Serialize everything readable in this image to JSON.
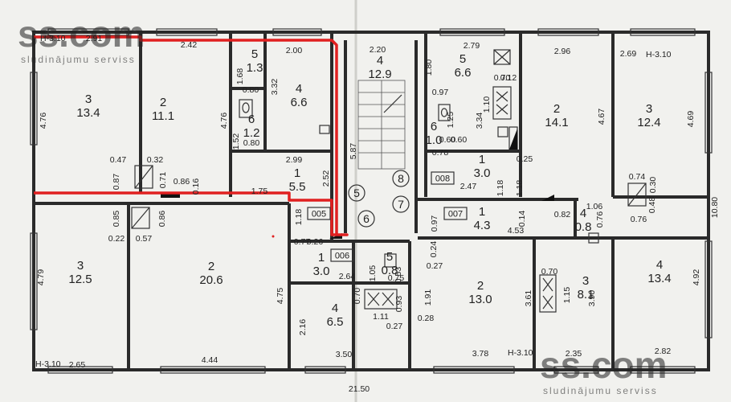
{
  "watermark": {
    "brand": "ss.com",
    "tagline": "sludinājumu serviss"
  },
  "rooms": [
    {
      "id": "r-tl-3",
      "num": "3",
      "area": "13.4"
    },
    {
      "id": "r-tl-2",
      "num": "2",
      "area": "11.1"
    },
    {
      "id": "r-tl-5",
      "num": "5",
      "area": "1.3"
    },
    {
      "id": "r-tl-4",
      "num": "4",
      "area": "6.6"
    },
    {
      "id": "r-tl-6",
      "num": "6",
      "area": "1.2"
    },
    {
      "id": "r-tl-1",
      "num": "1",
      "area": "5.5"
    },
    {
      "id": "r-st-4",
      "num": "4",
      "area": "12.9"
    },
    {
      "id": "r-tr-5",
      "num": "5",
      "area": "6.6"
    },
    {
      "id": "r-tr-6",
      "num": "6",
      "area": "1.0"
    },
    {
      "id": "r-tr-2",
      "num": "2",
      "area": "14.1"
    },
    {
      "id": "r-tr-3",
      "num": "3",
      "area": "12.4"
    },
    {
      "id": "r-tr-1",
      "num": "1",
      "area": "3.0"
    },
    {
      "id": "r-mr-1",
      "num": "1",
      "area": "4.3"
    },
    {
      "id": "r-mr-4",
      "num": "4",
      "area": "0.8"
    },
    {
      "id": "r-bl-3",
      "num": "3",
      "area": "12.5"
    },
    {
      "id": "r-bl-2",
      "num": "2",
      "area": "20.6"
    },
    {
      "id": "r-bc-1",
      "num": "1",
      "area": "3.0"
    },
    {
      "id": "r-bc-5",
      "num": "5",
      "area": "0.8"
    },
    {
      "id": "r-bc-4",
      "num": "4",
      "area": "6.5"
    },
    {
      "id": "r-br-2",
      "num": "2",
      "area": "13.0"
    },
    {
      "id": "r-br-3",
      "num": "3",
      "area": "8.1"
    },
    {
      "id": "r-br-4",
      "num": "4",
      "area": "13.4"
    }
  ],
  "apartments": [
    "005",
    "006",
    "007",
    "008"
  ],
  "stair_markers": [
    "5",
    "6",
    "7",
    "8"
  ],
  "heights": [
    "H-3.10",
    "H-3.10",
    "H-3.10",
    "H-3.10"
  ],
  "dims": [
    "2.91",
    "2.42",
    "2.00",
    "2.20",
    "1.80",
    "2.79",
    "2.96",
    "2.69",
    "4.76",
    "4.76",
    "3.32",
    "1.68",
    "0.80",
    "1.52",
    "0.80",
    "0.47",
    "0.32",
    "0.87",
    "0.71",
    "0.86",
    "0.16",
    "2.99",
    "1.75",
    "2.52",
    "1.18",
    "5.87",
    "0.97",
    "1.10",
    "0.70",
    "0.12",
    "3.34",
    "1.25",
    "0.60",
    "0.78",
    "0.60",
    "0.25",
    "2.47",
    "1.18",
    "1.18",
    "4.67",
    "4.69",
    "0.74",
    "0.30",
    "0.48",
    "0.76",
    "10.80",
    "0.85",
    "0.86",
    "0.22",
    "0.57",
    "0.97",
    "0.14",
    "0.82",
    "1.06",
    "0.76",
    "4.53",
    "0.77",
    "0.26",
    "0.24",
    "0.27",
    "1.05",
    "0.53",
    "0.75",
    "2.64",
    "0.70",
    "0.93",
    "1.11",
    "0.27",
    "0.28",
    "1.91",
    "0.70",
    "1.15",
    "3.61",
    "3.90",
    "4.92",
    "4.79",
    "4.75",
    "2.16",
    "2.65",
    "4.44",
    "3.50",
    "3.78",
    "2.35",
    "2.82",
    "21.50"
  ]
}
